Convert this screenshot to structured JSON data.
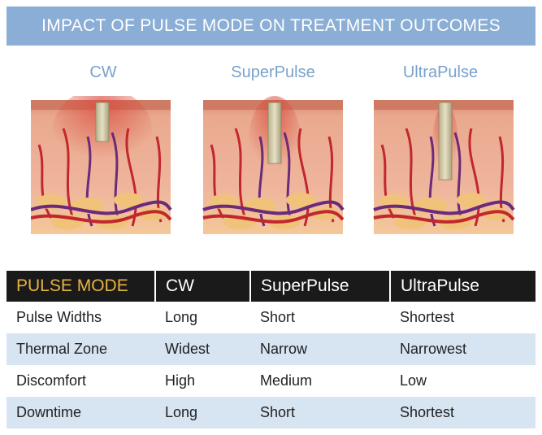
{
  "title": "IMPACT OF PULSE MODE ON TREATMENT OUTCOMES",
  "modes": [
    "CW",
    "SuperPulse",
    "UltraPulse"
  ],
  "table": {
    "headers": [
      "PULSE MODE",
      "CW",
      "SuperPulse",
      "UltraPulse"
    ],
    "rows": [
      [
        "Pulse Widths",
        "Long",
        "Short",
        "Shortest"
      ],
      [
        "Thermal Zone",
        "Widest",
        "Narrow",
        "Narrowest"
      ],
      [
        "Discomfort",
        "High",
        "Medium",
        "Low"
      ],
      [
        "Downtime",
        "Long",
        "Short",
        "Shortest"
      ]
    ]
  },
  "colors": {
    "banner": "#8aaed6",
    "mode_label": "#7aa2cc",
    "header_bg": "#1a1a1a",
    "header_accent": "#e6b441",
    "row_shade": "#d7e4f2",
    "skin": "#e9a98f",
    "fat": "#f1c27a",
    "vessel_red": "#c1272d",
    "vessel_purple": "#6b2a7a",
    "thermal_zone": "#e0655a"
  }
}
